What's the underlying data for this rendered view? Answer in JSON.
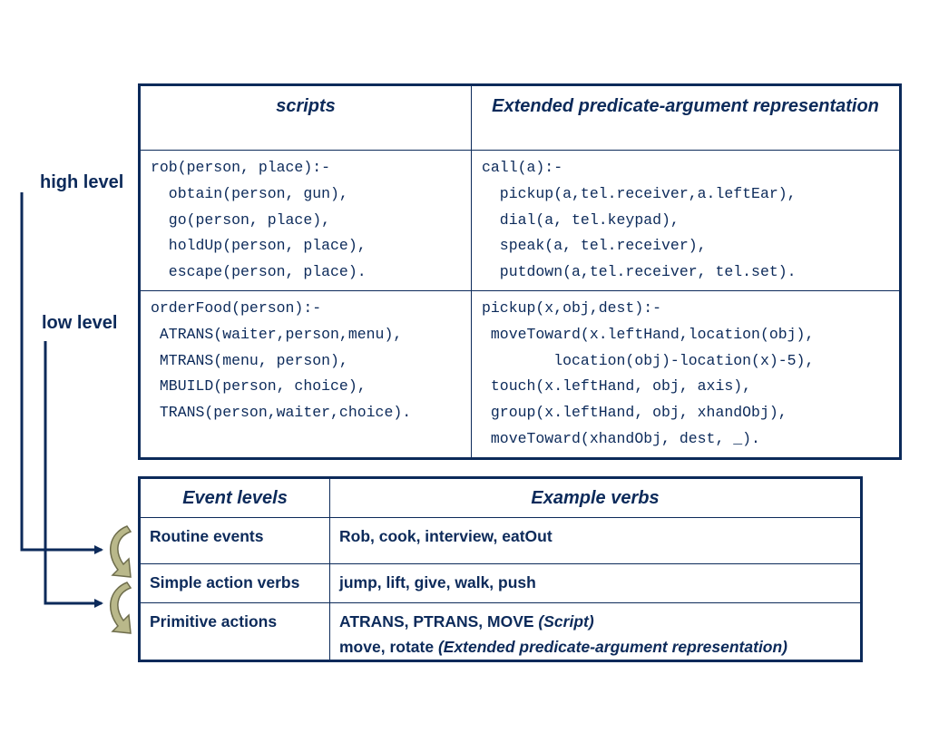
{
  "side_labels": {
    "high": "high level",
    "low": "low level"
  },
  "top_table": {
    "headers": [
      "scripts",
      "Extended predicate-argument representation"
    ],
    "rows": [
      {
        "left": "rob(person, place):-\n  obtain(person, gun),\n  go(person, place),\n  holdUp(person, place),\n  escape(person, place).",
        "right": "call(a):-\n  pickup(a,tel.receiver,a.leftEar),\n  dial(a, tel.keypad),\n  speak(a, tel.receiver),\n  putdown(a,tel.receiver, tel.set)."
      },
      {
        "left": "orderFood(person):-\n ATRANS(waiter,person,menu),\n MTRANS(menu, person),\n MBUILD(person, choice),\n TRANS(person,waiter,choice).",
        "right": "pickup(x,obj,dest):-\n moveToward(x.leftHand,location(obj),\n        location(obj)-location(x)-5),\n touch(x.leftHand, obj, axis),\n group(x.leftHand, obj, xhandObj),\n moveToward(xhandObj, dest, _)."
      }
    ]
  },
  "bottom_table": {
    "headers": [
      "Event levels",
      "Example verbs"
    ],
    "rows": [
      {
        "level": "Routine events",
        "verbs": "Rob, cook, interview, eatOut"
      },
      {
        "level": "Simple action verbs",
        "verbs": "jump, lift, give, walk, push"
      },
      {
        "level": "Primitive actions",
        "verbs_line1": "ATRANS, PTRANS, MOVE ",
        "verbs_line1_note": "(Script)",
        "verbs_line2": "move, rotate ",
        "verbs_line2_note": "(Extended predicate-argument representation)"
      }
    ]
  },
  "colors": {
    "primary": "#0c2a5a",
    "curved_arrow_fill": "#b9b88a",
    "curved_arrow_stroke": "#6e6d4c"
  }
}
